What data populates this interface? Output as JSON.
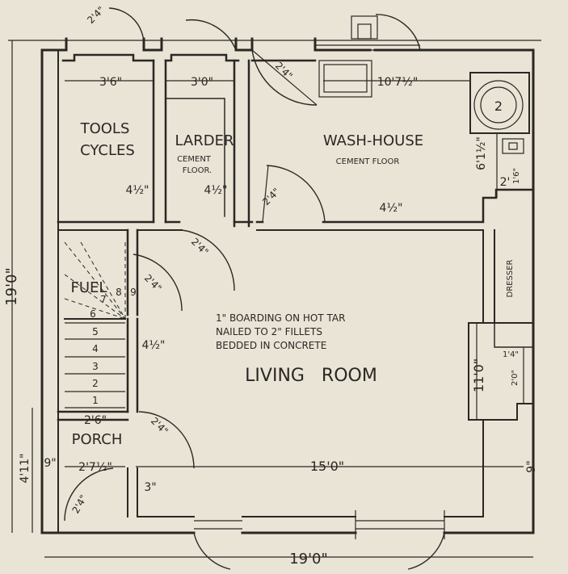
{
  "rooms": {
    "tools": [
      "TOOLS",
      "CYCLES"
    ],
    "larder": "LARDER",
    "larder_floor": [
      "CEMENT",
      "FLOOR."
    ],
    "wash_house": "WASH-HOUSE",
    "wash_floor": "CEMENT FLOOR",
    "fuel": "FUEL",
    "porch": "PORCH",
    "living": "LIVING   ROOM",
    "dresser": "DRESSER"
  },
  "notes": {
    "boarding": [
      "1\" BOARDING ON HOT TAR",
      "NAILED TO 2\" FILLETS",
      "BEDDED IN CONCRETE"
    ]
  },
  "dimensions": {
    "overall_width": "19'0\"",
    "overall_height": "19'0\"",
    "tools_width": "3'6\"",
    "larder_width": "3'0\"",
    "wash_width": "10'7½\"",
    "wash_depth": "6'1½\"",
    "copper_width": "2'",
    "copper_small": "1'6\"",
    "living_width": "15'0\"",
    "living_height": "11'0\"",
    "porch_width": "2'6\"",
    "porch_inner": "2'7½\"",
    "porch_height": "4'11\"",
    "left_wall": "9\"",
    "right_wall": "9\"",
    "wall_4half_a": "4½\"",
    "wall_4half_b": "4½\"",
    "wall_4half_c": "4½\"",
    "wall_4half_d": "4½\"",
    "step_3": "3\"",
    "door_2_4": "2'4\"",
    "right_1_4": "1'4\"",
    "right_2_0": "2'0\""
  },
  "stairs": [
    "1",
    "2",
    "3",
    "4",
    "5",
    "6",
    "7",
    "8",
    "9"
  ],
  "copper_label": "2"
}
